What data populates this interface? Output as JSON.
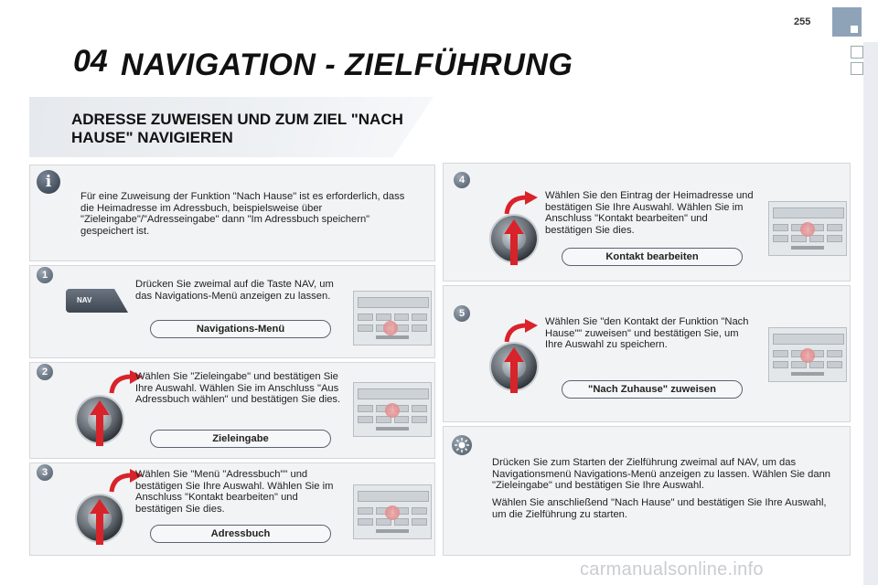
{
  "page": {
    "number": "255",
    "chapter_number": "04",
    "chapter_title": "NAVIGATION - ZIELFÜHRUNG"
  },
  "section": {
    "title": "ADRESSE ZUWEISEN UND ZUM ZIEL \"NACH HAUSE\" NAVIGIEREN"
  },
  "info": {
    "text": "Für eine Zuweisung der Funktion \"Nach Hause\" ist es erforderlich, dass die Heimadresse im Adressbuch, beispielsweise über \"Zieleingabe\"/\"Adresseingabe\" dann \"Im Adressbuch speichern\" gespeichert ist."
  },
  "steps": [
    {
      "number": "1",
      "text": "Drücken Sie zweimal auf die Taste NAV, um das Navigations-Menü anzeigen zu lassen.",
      "label": "Navigations-Menü",
      "key": "NAV"
    },
    {
      "number": "2",
      "text": "Wählen Sie \"Zieleingabe\" und bestätigen Sie Ihre Auswahl. Wählen Sie im Anschluss \"Aus Adressbuch wählen\" und bestätigen Sie dies.",
      "label": "Zieleingabe"
    },
    {
      "number": "3",
      "text": "Wählen Sie \"Menü \"Adressbuch\"\" und bestätigen Sie Ihre Auswahl. Wählen Sie im Anschluss \"Kontakt bearbeiten\" und bestätigen Sie dies.",
      "label": "Adressbuch"
    },
    {
      "number": "4",
      "text": "Wählen Sie den Eintrag der Heimadresse und bestätigen Sie Ihre Auswahl. Wählen Sie im Anschluss \"Kontakt bearbeiten\" und bestätigen Sie dies.",
      "label": "Kontakt bearbeiten"
    },
    {
      "number": "5",
      "text": "Wählen Sie \"den Kontakt der Funktion \"Nach Hause\"\" zuweisen\" und bestätigen Sie, um Ihre Auswahl zu speichern.",
      "label": "\"Nach Zuhause\" zuweisen"
    }
  ],
  "tip": {
    "paragraph1": "Drücken Sie zum Starten der Zielführung zweimal auf NAV, um das Navigationsmenü Navigations-Menü anzeigen zu lassen. Wählen Sie dann \"Zieleingabe\" und bestätigen Sie Ihre Auswahl.",
    "paragraph2": "Wählen Sie anschließend \"Nach Hause\" und bestätigen Sie Ihre Auswahl, um die Zielführung zu starten."
  },
  "watermark": "carmanualsonline.info",
  "colors": {
    "arrow": "#d8232a",
    "tab": "#8fa3b8"
  },
  "icons": {
    "info": "info-icon",
    "tip": "sun-icon",
    "knob": "rotary-knob-icon",
    "arrow": "curved-arrow-icon"
  }
}
